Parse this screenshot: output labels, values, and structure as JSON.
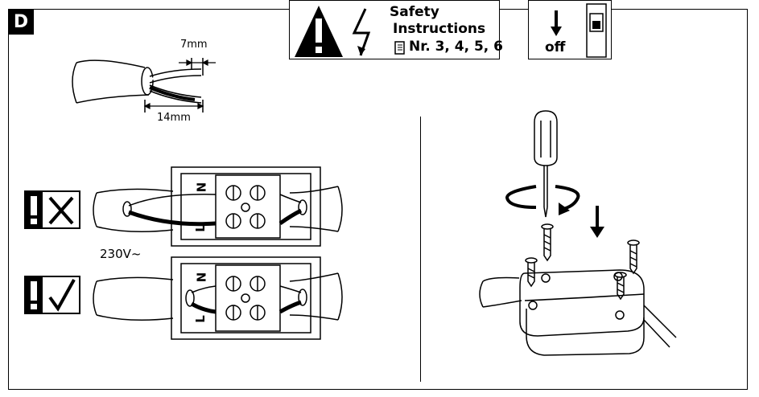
{
  "step": {
    "label": "D"
  },
  "safety": {
    "line1": "Safety",
    "line2": "Instructions",
    "line3": "Nr. 3, 4, 5, 6"
  },
  "power": {
    "label": "off"
  },
  "wire_strip": {
    "short_length": "7mm",
    "long_length": "14mm"
  },
  "terminal": {
    "n_label": "N",
    "l_label": "L",
    "voltage": "230V~"
  },
  "icons": [
    "warning-triangle-icon",
    "lightning-icon",
    "document-icon",
    "arrow-down-icon",
    "cross-icon",
    "check-icon",
    "screwdriver-icon",
    "rotation-arrow-icon"
  ]
}
